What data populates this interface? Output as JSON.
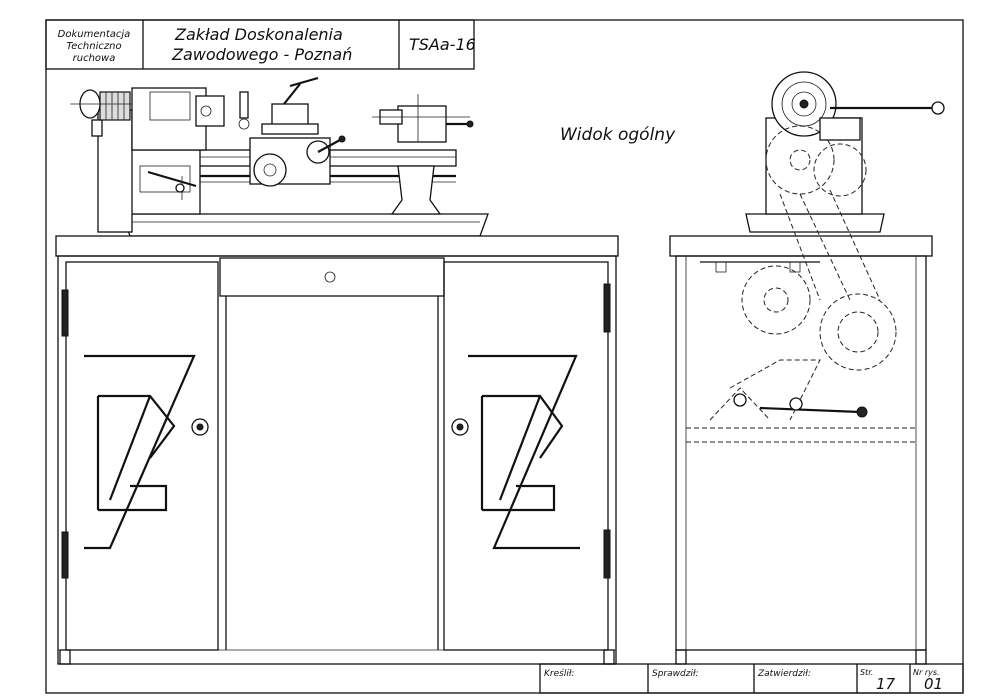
{
  "title_block": {
    "doc_type_line1": "Dokumentacja",
    "doc_type_line2": "Techniczno",
    "doc_type_line3": "ruchowa",
    "company_line1": "Zakład Doskonalenia",
    "company_line2": "Zawodowego - Poznań",
    "model": "TSAa-16"
  },
  "view_label": "Widok ogólny",
  "footer": {
    "drawn_label": "Kreślił:",
    "checked_label": "Sprawdził:",
    "approved_label": "Zatwierdził:",
    "page_label": "Str.",
    "page_value": "17",
    "figure_label": "Nr rys.",
    "figure_value": "01"
  },
  "colors": {
    "ink": "#111111",
    "paper": "#ffffff"
  }
}
